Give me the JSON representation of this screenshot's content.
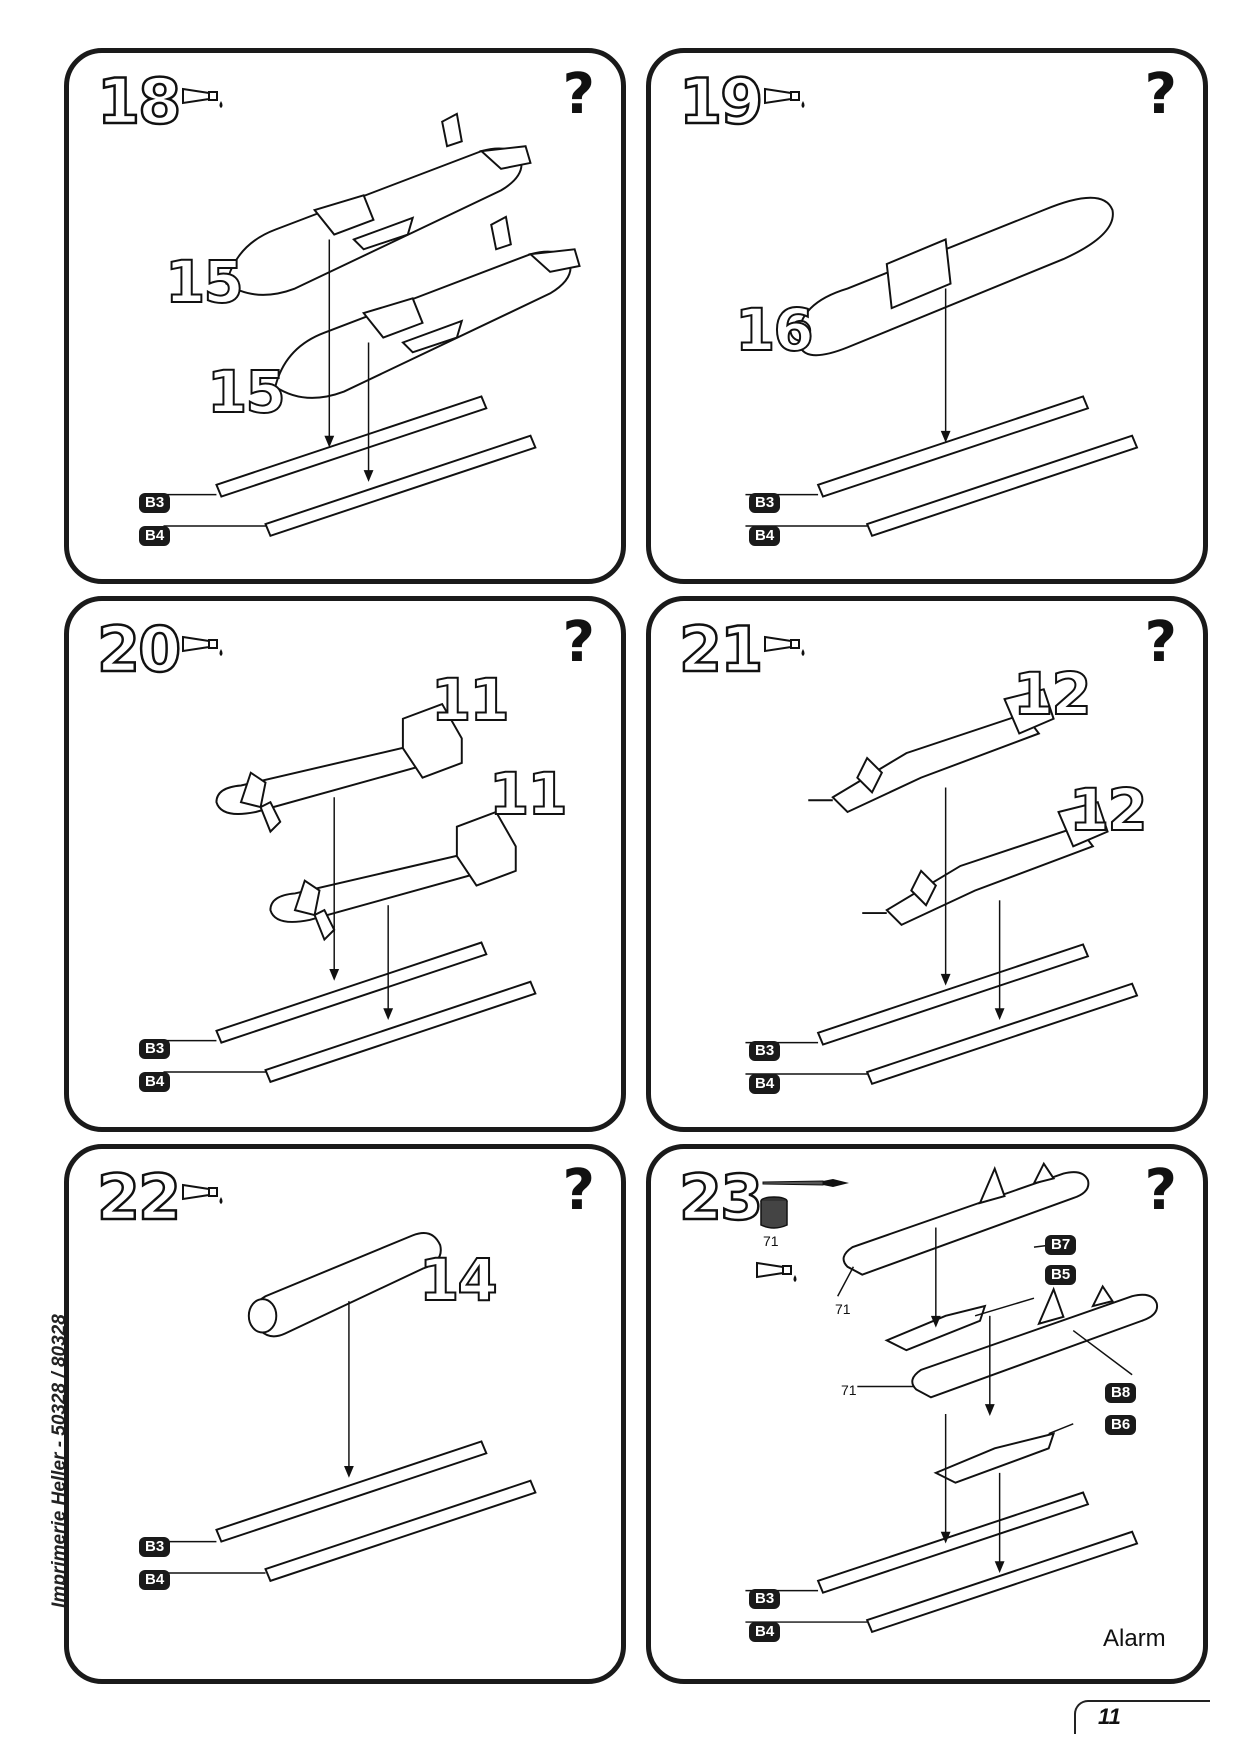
{
  "side_text": "Imprimerie Heller - 50328 / 80328",
  "page_number": "11",
  "question_mark": "?",
  "steps": [
    {
      "number": "18",
      "parts": [
        "15",
        "15"
      ],
      "labels": [
        "B3",
        "B4"
      ]
    },
    {
      "number": "19",
      "parts": [
        "16"
      ],
      "labels": [
        "B3",
        "B4"
      ]
    },
    {
      "number": "20",
      "parts": [
        "11",
        "11"
      ],
      "labels": [
        "B3",
        "B4"
      ]
    },
    {
      "number": "21",
      "parts": [
        "12",
        "12"
      ],
      "labels": [
        "B3",
        "B4"
      ]
    },
    {
      "number": "22",
      "parts": [
        "14"
      ],
      "labels": [
        "B3",
        "B4"
      ]
    },
    {
      "number": "23",
      "parts": [],
      "labels": [
        "B3",
        "B4",
        "B5",
        "B6",
        "B7",
        "B8"
      ],
      "paint_code": "71",
      "callouts": [
        "71",
        "71"
      ],
      "aircraft_name": "Alarm"
    }
  ]
}
